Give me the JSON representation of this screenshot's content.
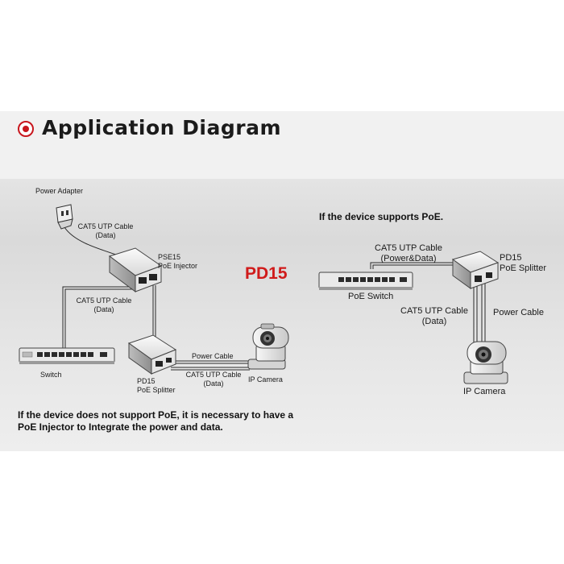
{
  "header": {
    "title": "Application Diagram"
  },
  "left_diagram": {
    "power_adapter": "Power Adapter",
    "cable_top_line1": "CAT5 UTP Cable",
    "cable_top_line2": "(Data)",
    "injector_line1": "PSE15",
    "injector_line2": "PoE Injector",
    "cable_mid_line1": "CAT5 UTP Cable",
    "cable_mid_line2": "(Data)",
    "switch": "Switch",
    "splitter_line1": "PD15",
    "splitter_line2": "PoE Splitter",
    "power_cable": "Power Cable",
    "cable_bottom_line1": "CAT5 UTP Cable",
    "cable_bottom_line2": "(Data)",
    "camera": "IP Camera"
  },
  "model_label": "PD15",
  "right_diagram": {
    "heading": "If the device supports PoE.",
    "cable_top_line1": "CAT5 UTP Cable",
    "cable_top_line2": "(Power&Data)",
    "splitter_line1": "PD15",
    "splitter_line2": "PoE Splitter",
    "switch": "PoE Switch",
    "cable_mid_line1": "CAT5 UTP Cable",
    "cable_mid_line2": "(Data)",
    "power_cable": "Power Cable",
    "camera": "IP Camera"
  },
  "footer_note": {
    "line1": "If the device does not support PoE, it is necessary to have a",
    "line2": "PoE Injector to Integrate the power and data."
  },
  "colors": {
    "accent": "#c8161d",
    "model": "#d01b1b"
  }
}
